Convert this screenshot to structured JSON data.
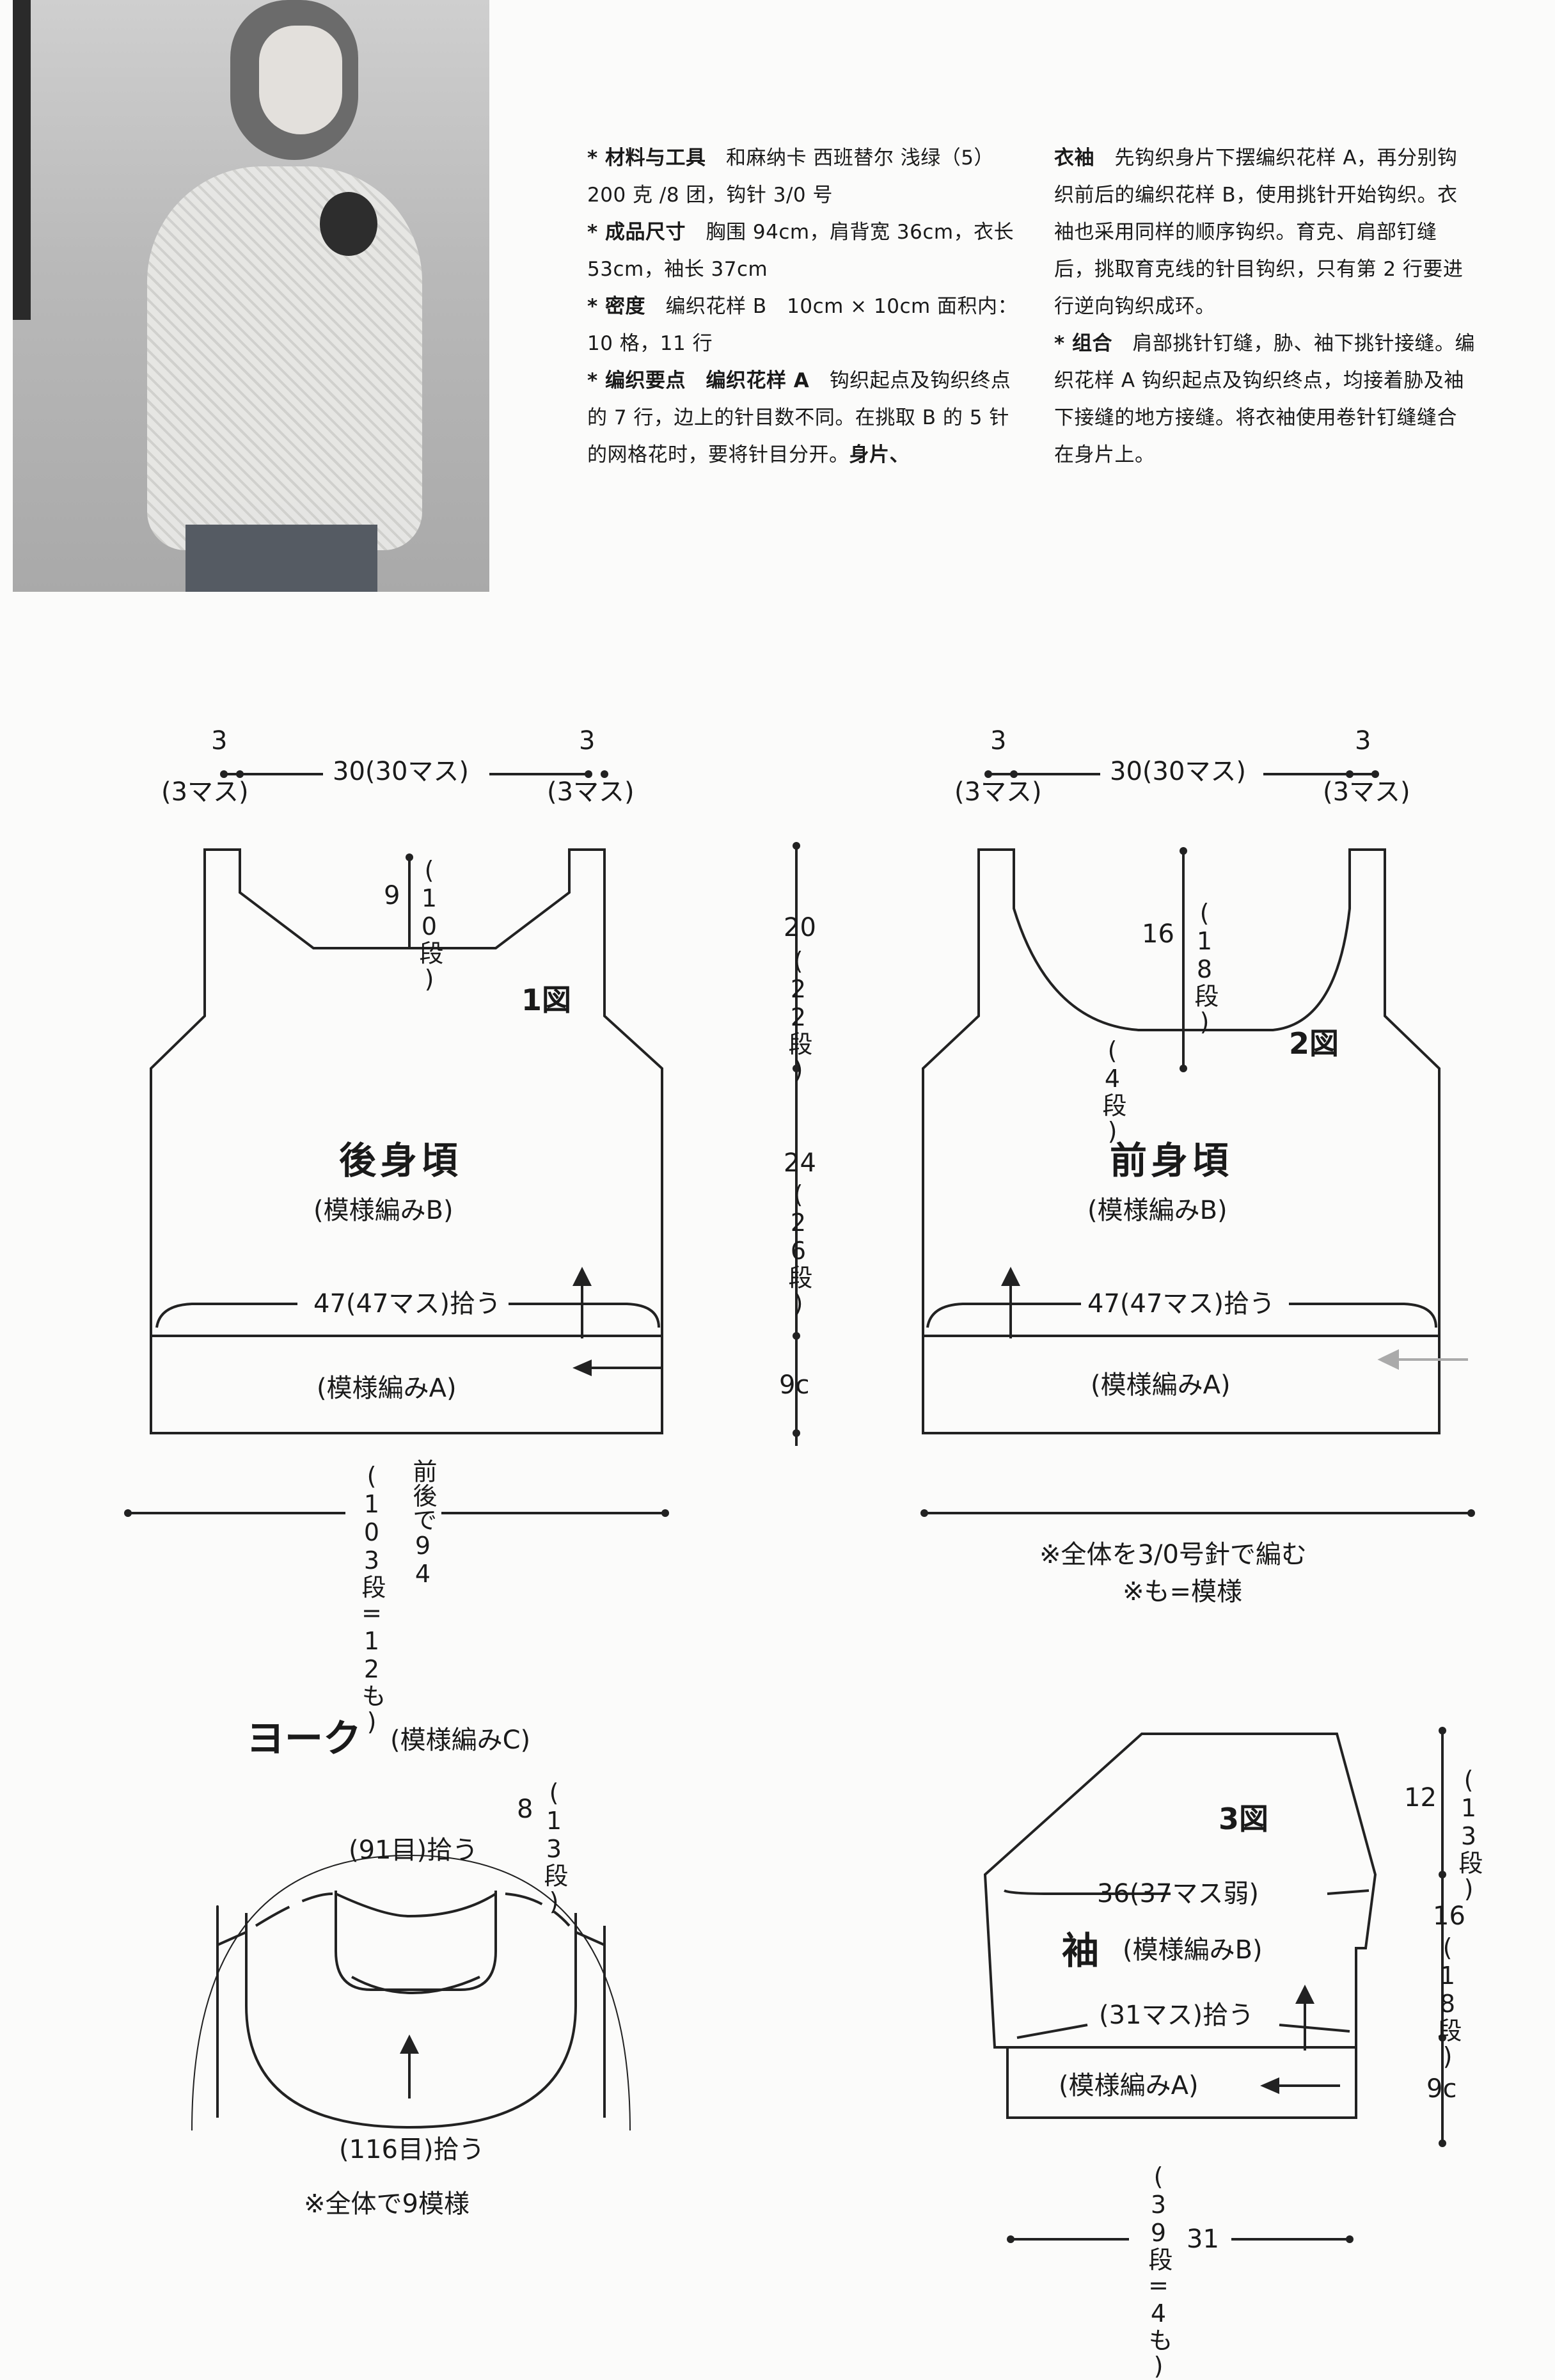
{
  "notes": {
    "col1": [
      {
        "key": "* 材料与工具",
        "text": "和麻纳卡 西班替尔 浅绿（5）200 克 /8 团，钩针 3/0 号"
      },
      {
        "key": "* 成品尺寸",
        "text": "胸围 94cm，肩背宽 36cm，衣长 53cm，袖长 37cm"
      },
      {
        "key": "* 密度",
        "text": "编织花样 B　10cm × 10cm 面积内：10 格，11 行"
      },
      {
        "key": "* 编织要点",
        "key2": "编织花样 A",
        "text": "钩织起点及钩织终点的 7 行，边上的针目数不同。在挑取 B 的 5 针的网格花时，要将针目分开。",
        "key3": "身片、"
      }
    ],
    "col2": [
      {
        "key": "衣袖",
        "text": "先钩织身片下摆编织花样 A，再分别钩织前后的编织花样 B，使用挑针开始钩织。衣袖也采用同样的顺序钩织。育克、肩部钉缝后，挑取育克线的针目钩织，只有第 2 行要进行逆向钩织成环。"
      },
      {
        "key": "* 组合",
        "text": "肩部挑针钉缝，胁、袖下挑针接缝。编织花样 A 钩织起点及钩织终点，均接着胁及袖下接缝的地方接缝。将衣袖使用卷针钉缝缝合在身片上。"
      }
    ]
  },
  "fig1": {
    "left_top": "3",
    "left_sub": "(3マス)",
    "mid_top": "30(30マス)",
    "right_top": "3",
    "right_sub": "(3マス)",
    "neck": "9",
    "neck_rows": "(10段)",
    "fig": "1図",
    "name": "後身頃",
    "pattern": "(模様編みB)",
    "pickup": "47(47マス)拾う",
    "hem": "(模様編みA)",
    "bottom_rows": "(103段=12も)",
    "bottom_total": "前後で94"
  },
  "fig2": {
    "left_top": "3",
    "left_sub": "(3マス)",
    "mid_top": "30(30マス)",
    "right_top": "3",
    "right_sub": "(3マス)",
    "neck": "16",
    "neck_rows": "(18段)",
    "neck_bottom": "(4段)",
    "fig": "2図",
    "name": "前身頃",
    "pattern": "(模様編みB)",
    "pickup": "47(47マス)拾う",
    "hem": "(模様編みA)",
    "note1": "※全体を3/0号針で編む",
    "note2": "※も=模様"
  },
  "side": {
    "a": "20",
    "a_rows": "(22段)",
    "b": "24",
    "b_rows": "(26段)",
    "c": "9c"
  },
  "yoke": {
    "title": "ヨーク",
    "pattern": "(模様編みC)",
    "height": "8",
    "rows": "(13段)",
    "top_pick": "(91目)拾う",
    "bottom_pick": "(116目)拾う",
    "note": "※全体で9模様"
  },
  "sleeve": {
    "fig": "3図",
    "width": "36(37マス弱)",
    "name": "袖",
    "pattern": "(模様編みB)",
    "pickup": "(31マス)拾う",
    "hem": "(模様編みA)",
    "top": "12",
    "top_rows": "(13段)",
    "mid": "16",
    "mid_rows": "(18段)",
    "bottom": "9c",
    "bottom_rows": "(39段=4も)",
    "bottom_width": "31"
  }
}
